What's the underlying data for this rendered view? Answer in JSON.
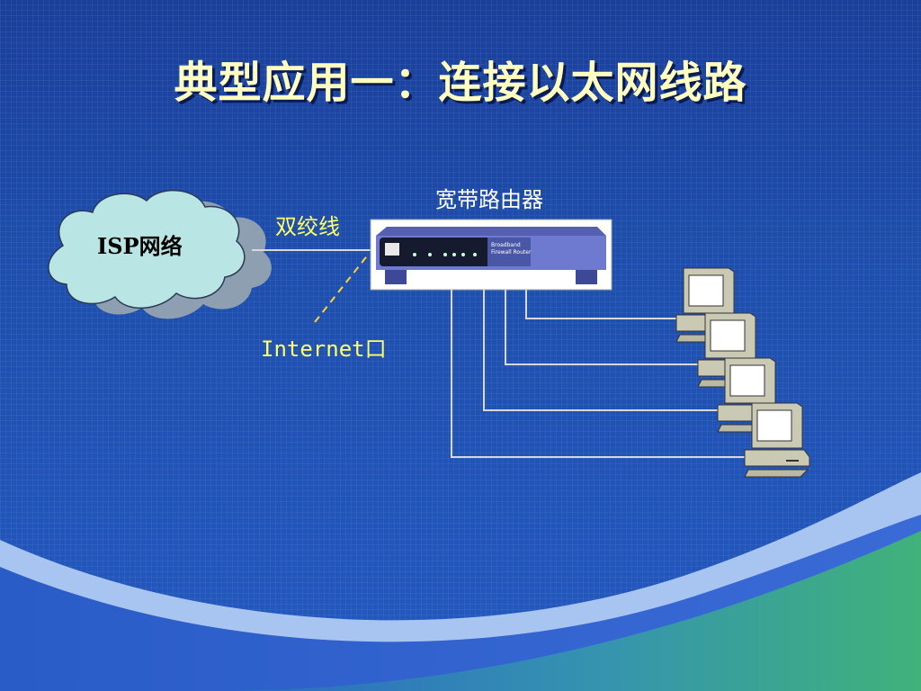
{
  "title": "典型应用一：连接以太网线路",
  "cloud_label": "ISP网络",
  "router_label": "宽带路由器",
  "cable_label": "双绞线",
  "port_label": "Internet口",
  "router_front_text": [
    "Broadband",
    "Firewall Router"
  ],
  "colors": {
    "title": "#ffffc0",
    "label_yellow": "#ffff66",
    "cloud_fill": "#b9e6e4",
    "background": "#1e4fae",
    "wave_light": "#a8c4f0",
    "wave_green": "#3fb17a"
  },
  "computer_count_text": ""
}
